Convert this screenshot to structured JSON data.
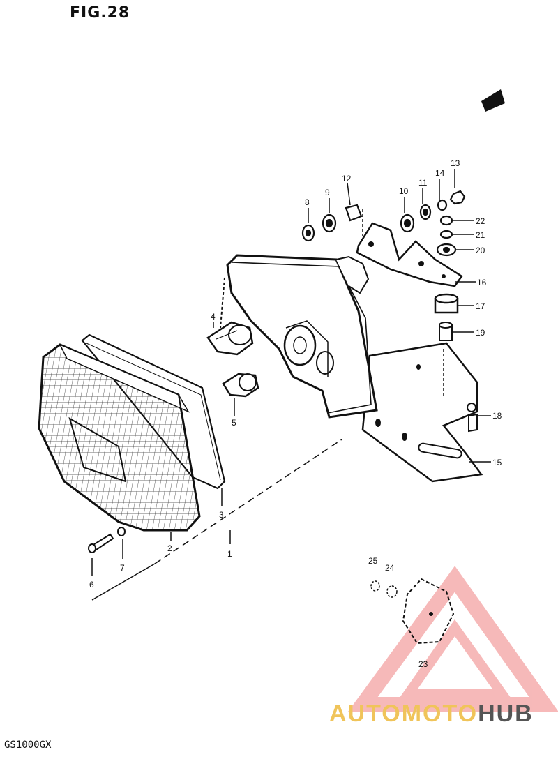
{
  "figure": {
    "title": "FIG.28",
    "model_code": "GS1000GX"
  },
  "callouts": [
    {
      "id": "c1",
      "label": "1"
    },
    {
      "id": "c2",
      "label": "2"
    },
    {
      "id": "c3",
      "label": "3"
    },
    {
      "id": "c4",
      "label": "4"
    },
    {
      "id": "c5",
      "label": "5"
    },
    {
      "id": "c6",
      "label": "6"
    },
    {
      "id": "c7",
      "label": "7"
    },
    {
      "id": "c8",
      "label": "8"
    },
    {
      "id": "c9",
      "label": "9"
    },
    {
      "id": "c10",
      "label": "10"
    },
    {
      "id": "c11",
      "label": "11"
    },
    {
      "id": "c12",
      "label": "12"
    },
    {
      "id": "c13",
      "label": "13"
    },
    {
      "id": "c14",
      "label": "14"
    },
    {
      "id": "c15",
      "label": "15"
    },
    {
      "id": "c16",
      "label": "16"
    },
    {
      "id": "c17",
      "label": "17"
    },
    {
      "id": "c18",
      "label": "18"
    },
    {
      "id": "c19",
      "label": "19"
    },
    {
      "id": "c20",
      "label": "20"
    },
    {
      "id": "c21",
      "label": "21"
    },
    {
      "id": "c22",
      "label": "22"
    },
    {
      "id": "c23",
      "label": "23"
    },
    {
      "id": "c24",
      "label": "24"
    },
    {
      "id": "c25",
      "label": "25"
    }
  ],
  "watermark": {
    "part1": "AUTOMOTO",
    "part2": "HUB",
    "color_triangle": "#f08080",
    "color_part1": "#f0c45a",
    "color_part2": "#555555"
  }
}
